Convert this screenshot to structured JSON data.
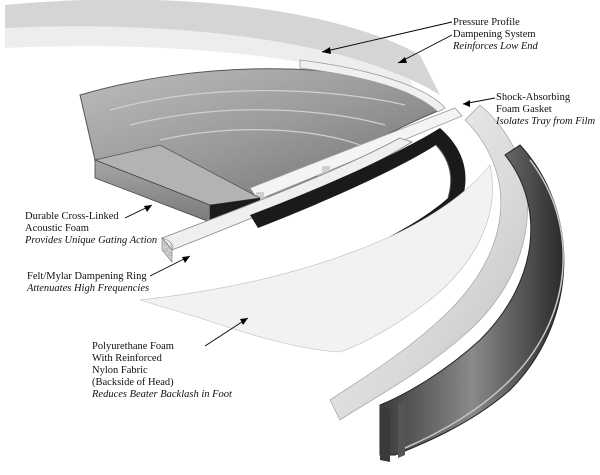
{
  "labels": {
    "pressure_profile": {
      "title_lines": [
        "Pressure Profile",
        "Dampening System"
      ],
      "subtitle": "Reinforces Low End"
    },
    "shock_absorbing": {
      "title_lines": [
        "Shock-Absorbing",
        "Foam Gasket"
      ],
      "subtitle": "Isolates Tray from Film"
    },
    "cross_linked": {
      "title_lines": [
        "Durable Cross-Linked",
        "Acoustic Foam"
      ],
      "subtitle": "Provides Unique Gating Action"
    },
    "felt_mylar": {
      "title_lines": [
        "Felt/Mylar Dampening Ring"
      ],
      "subtitle": "Attenuates High Frequencies"
    },
    "polyurethane": {
      "title_lines": [
        "Polyurethane Foam",
        "With Reinforced",
        "Nylon Fabric",
        "(Backside of Head)"
      ],
      "subtitle": "Reduces Beater Backlash in Foot"
    }
  },
  "colors": {
    "background": "#ffffff",
    "foam_gray": "#8c8c8c",
    "foam_dark": "#1a1a1a",
    "film_light": "#e8e8e8",
    "leader_line": "#000000"
  }
}
